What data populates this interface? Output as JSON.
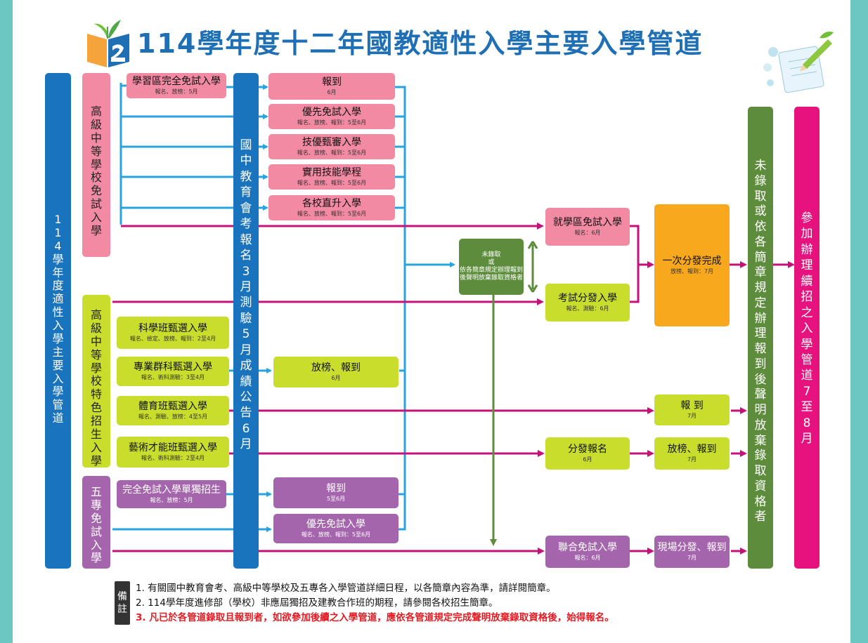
{
  "title": "114學年度十二年國教適性入學主要入學管道",
  "colors": {
    "blue": "#1a73bd",
    "pink": "#f38aa3",
    "lime": "#c8dd2c",
    "purple": "#a565ad",
    "orange": "#f7a81c",
    "green": "#5d8d3c",
    "magenta": "#e6137e",
    "line_blue": "#29a3de",
    "line_magenta": "#c4127a",
    "line_green": "#5d8d3c"
  },
  "left_bar": "114學年度適性入學主要入學管道",
  "exam_bar": "國中教育會考 報名3月 測驗5月 成績公告6月",
  "groups": {
    "high_free": "高級中等學校免試入學",
    "high_special": "高級中等學校特色招生入學",
    "junior_college": "五專免試入學"
  },
  "boxes": {
    "district_free": {
      "title": "學習區完全免試入學",
      "sub": "報名、放榜：5月"
    },
    "report_6": {
      "title": "報到",
      "sub": "6月"
    },
    "priority_free": {
      "title": "優先免試入學",
      "sub": "報名、放榜、報到：5至6月"
    },
    "tech_review": {
      "title": "技優甄審入學",
      "sub": "報名、放榜、報到：5至6月"
    },
    "practical": {
      "title": "實用技能學程",
      "sub": "報名、放榜、報到：5至6月"
    },
    "direct_up": {
      "title": "各校直升入學",
      "sub": "報名、放榜、報到：5至6月"
    },
    "area_free": {
      "title": "就學區免試入學",
      "sub": "報名：6月"
    },
    "exam_dist": {
      "title": "考試分發入學",
      "sub": "報名、測驗：6月"
    },
    "not_admitted": {
      "l1": "未錄取",
      "l2": "或",
      "l3": "依各簡章規定辦理報到",
      "l4": "後聲明放棄錄取資格者"
    },
    "one_dist": {
      "title": "一次分發完成",
      "sub": "放榜、報到：7月"
    },
    "science": {
      "title": "科學班甄選入學",
      "sub": "報名、檢定、放榜、報到：2至4月"
    },
    "professional": {
      "title": "專業群科甄選入學",
      "sub": "報名、術科測驗：3至4月"
    },
    "release_6": {
      "title": "放榜、報到",
      "sub": "6月"
    },
    "sports": {
      "title": "體育班甄選入學",
      "sub": "報名、測驗、放榜：4至5月"
    },
    "report_7": {
      "title": "報 到",
      "sub": "7月"
    },
    "arts": {
      "title": "藝術才能班甄選入學",
      "sub": "報名、術科測驗：2至4月"
    },
    "dist_reg": {
      "title": "分發報名",
      "sub": "6月"
    },
    "release_7": {
      "title": "放榜、報到",
      "sub": "7月"
    },
    "jc_single": {
      "title": "完全免試入學單獨招生",
      "sub": "報名、放榜：5月"
    },
    "jc_report": {
      "title": "報到",
      "sub": "5至6月"
    },
    "jc_priority": {
      "title": "優先免試入學",
      "sub": "報名、放榜、報到：5至6月"
    },
    "joint_free": {
      "title": "聯合免試入學",
      "sub": "報名：6月"
    },
    "onsite": {
      "title": "現場分發、報到",
      "sub": "7月"
    }
  },
  "green_bar": "未錄取 或 依各簡章規定辦理報到後聲明放棄錄取資格者",
  "magenta_bar": "參加辦理續招之入學管道7至8月",
  "notes": {
    "tag": "備註",
    "n1": "1. 有關國中教育會考、高級中等學校及五專各入學管道詳細日程，以各簡章內容為準，請詳閱簡章。",
    "n2": "2. 114學年度進修部（學校）非應屆獨招及建教合作班的期程，請參閱各校招生簡章。",
    "n3": "3. 凡已於各管道錄取且報到者，如欲參加後續之入學管道，應依各管道規定完成聲明放棄錄取資格後，始得報名。"
  }
}
